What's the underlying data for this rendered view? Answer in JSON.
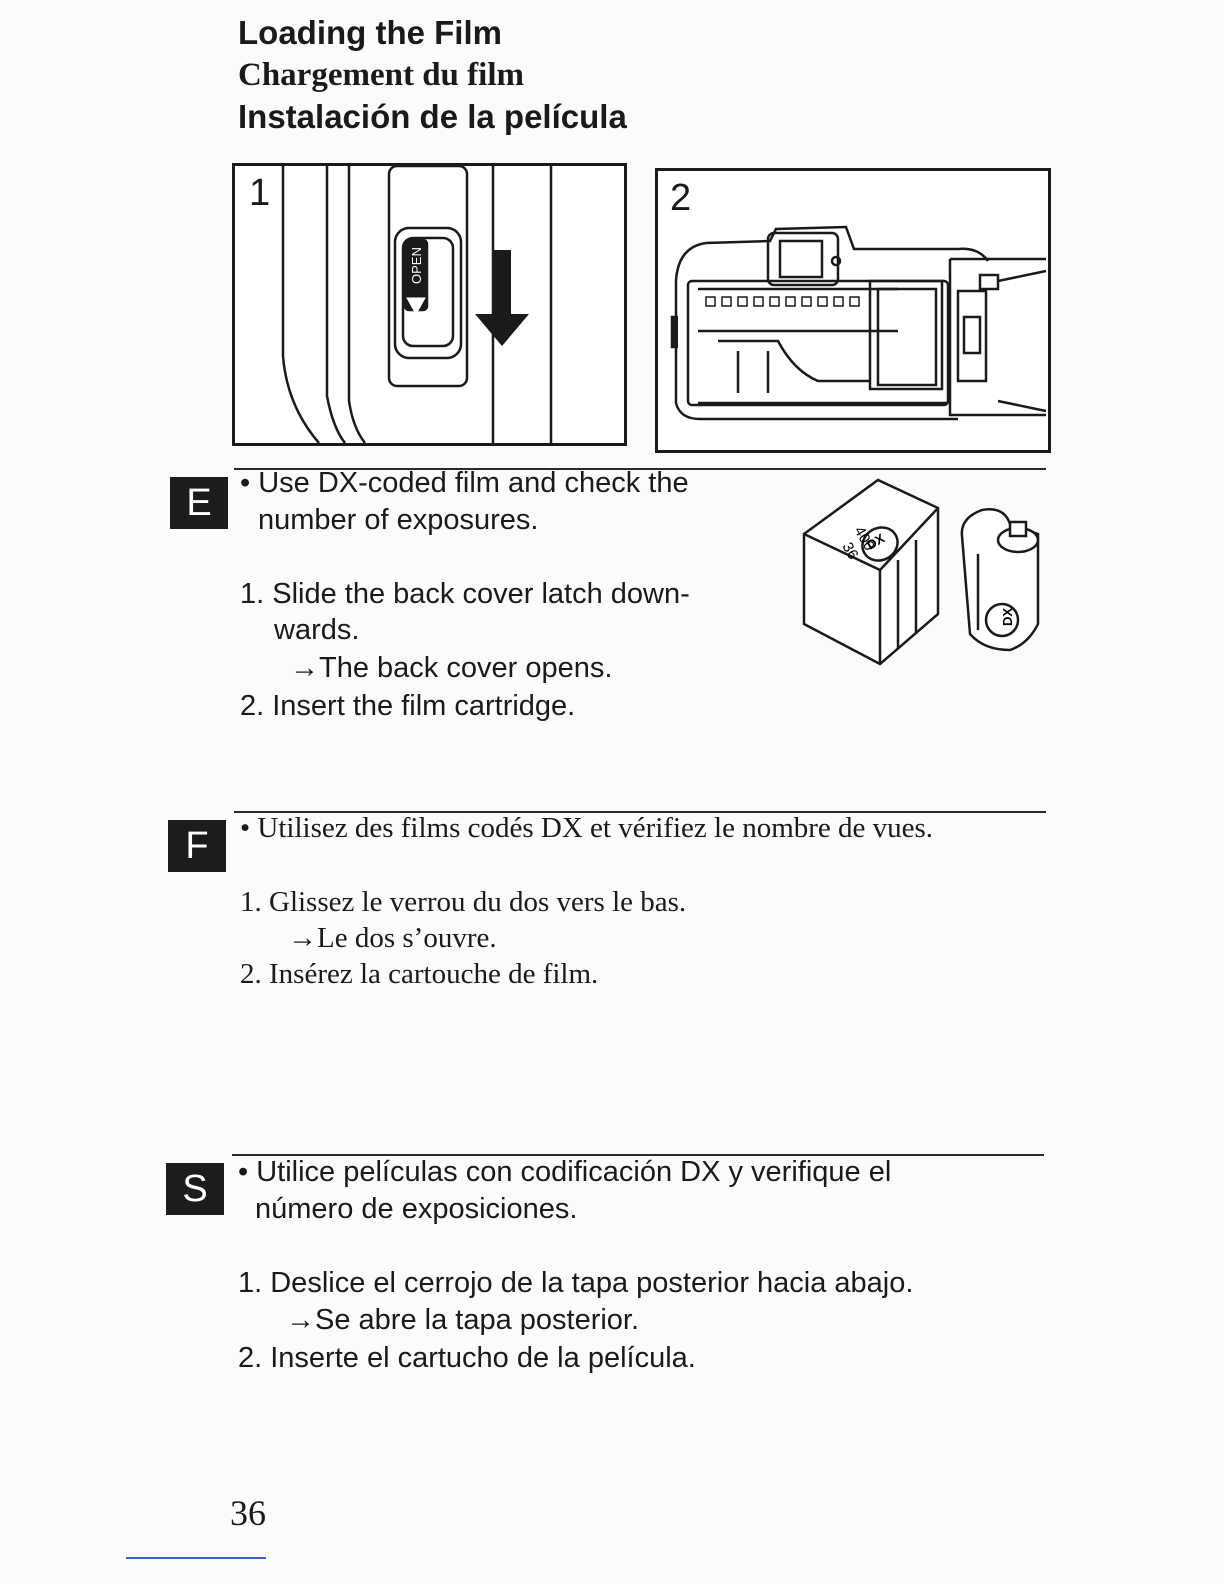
{
  "header": {
    "title_en": "Loading the Film",
    "title_fr": "Chargement du film",
    "title_es": "Instalación de la película"
  },
  "figures": {
    "fig1_number": "1",
    "fig1_latch_label": "OPEN",
    "fig2_number": "2",
    "cartridge_box_labels": [
      "400",
      "36",
      "DX"
    ],
    "cartridge_can_label": "DX"
  },
  "sections": {
    "english": {
      "badge": "E",
      "bullet": [
        "• Use DX-coded film and check the",
        "number of exposures."
      ],
      "step1": [
        "1. Slide the back cover latch down-",
        "wards."
      ],
      "step1_result": "→The back cover opens.",
      "step2": "2. Insert the film cartridge."
    },
    "french": {
      "badge": "F",
      "bullet": "• Utilisez des films codés DX et vérifiez le nombre de vues.",
      "step1": "1. Glissez le verrou du dos vers le bas.",
      "step1_result": "→Le dos s’ouvre.",
      "step2": "2. Insérez la cartouche de film."
    },
    "spanish": {
      "badge": "S",
      "bullet": [
        "• Utilice películas con codificación DX y verifique el",
        "número de exposiciones."
      ],
      "step1": "1. Deslice el cerrojo de la tapa posterior hacia abajo.",
      "step1_result": "→Se abre la tapa posterior.",
      "step2": "2. Inserte el cartucho de la película."
    }
  },
  "footer": {
    "page_number": "36"
  }
}
